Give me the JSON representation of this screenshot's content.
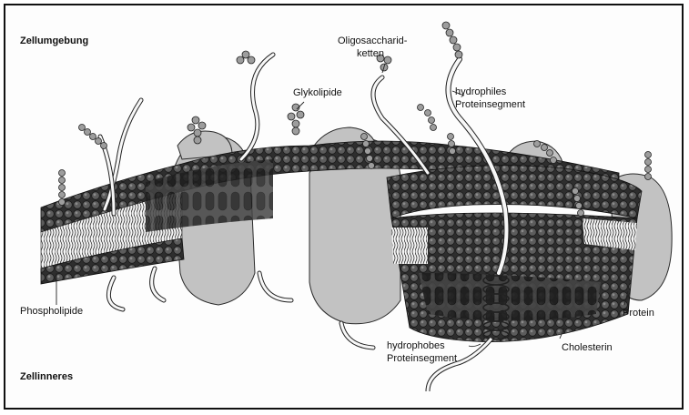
{
  "labels": {
    "outside": "Zellumgebung",
    "inside": "Zellinneres",
    "oligo_line1": "Oligosaccharid-",
    "oligo_line2": "ketten",
    "glyco": "Glykolipide",
    "hydrophil_line1": "hydrophiles",
    "hydrophil_line2": "Proteinsegment",
    "phospho": "Phospholipide",
    "hydrophob_line1": "hydrophobes",
    "hydrophob_line2": "Proteinsegment",
    "cholesterin": "Cholesterin",
    "protein": "Protein"
  },
  "colors": {
    "head_dark": "#3a3a3a",
    "head_mid": "#6b6b6b",
    "protein_fill": "#bdbdbd",
    "sugar_fill": "#9a9a9a",
    "line": "#222222"
  }
}
